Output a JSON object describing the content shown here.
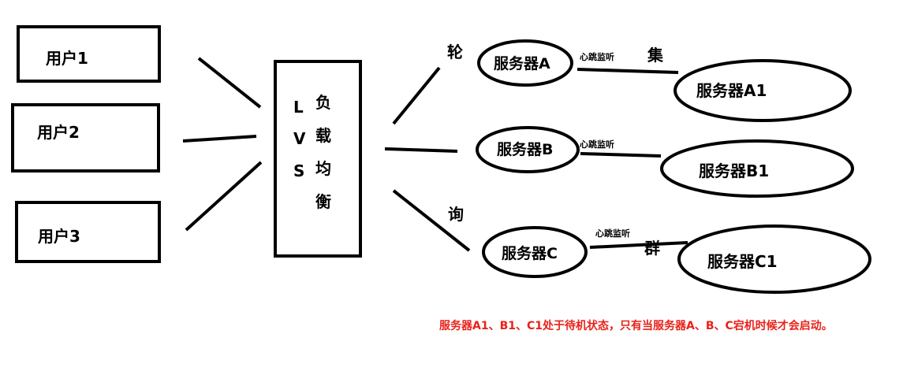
{
  "users": [
    {
      "label": "用户1"
    },
    {
      "label": "用户2"
    },
    {
      "label": "用户3"
    }
  ],
  "lvs": {
    "letters": [
      "L",
      "V",
      "S"
    ],
    "chars": [
      "负",
      "载",
      "均",
      "衡"
    ]
  },
  "servers": [
    {
      "label": "服务器A"
    },
    {
      "label": "服务器B"
    },
    {
      "label": "服务器C"
    }
  ],
  "backups": [
    {
      "label": "服务器A1"
    },
    {
      "label": "服务器B1"
    },
    {
      "label": "服务器C1"
    }
  ],
  "heartbeat": {
    "label": "心跳监听"
  },
  "side_chars": {
    "lun": "轮",
    "xun": "询",
    "ji": "集",
    "qun": "群"
  },
  "note": "服务器A1、B1、C1处于待机状态，只有当服务器A、B、C宕机时候才会启动。",
  "colors": {
    "line": "#000000",
    "note": "#e8221b"
  }
}
